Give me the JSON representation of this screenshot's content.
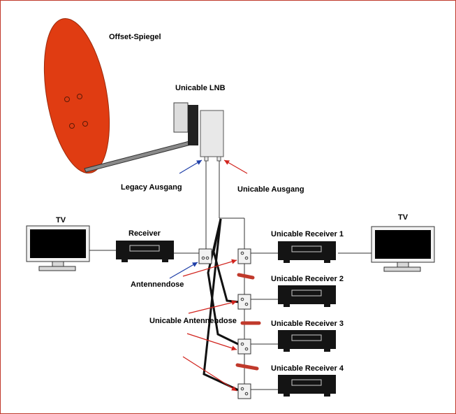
{
  "labels": {
    "dish": "Offset-Spiegel",
    "lnb": "Unicable LNB",
    "legacy_output": "Legacy Ausgang",
    "unicable_output": "Unicable Ausgang",
    "tv_left": "TV",
    "tv_right": "TV",
    "receiver": "Receiver",
    "antenna_socket": "Antennendose",
    "unicable_sockets": "Unicable Antennendose",
    "unicable_receivers": [
      "Unicable Receiver 1",
      "Unicable Receiver 2",
      "Unicable Receiver 3",
      "Unicable Receiver 4"
    ]
  },
  "colors": {
    "frame": "#c0392b",
    "dish": "#e03c12",
    "arrow_blue": "#1f3fa8",
    "arrow_red": "#d1231d",
    "device": "#111111",
    "screen": "#000000",
    "socket": "#f2f2f2",
    "lnb_body": "#e8e8e8"
  }
}
